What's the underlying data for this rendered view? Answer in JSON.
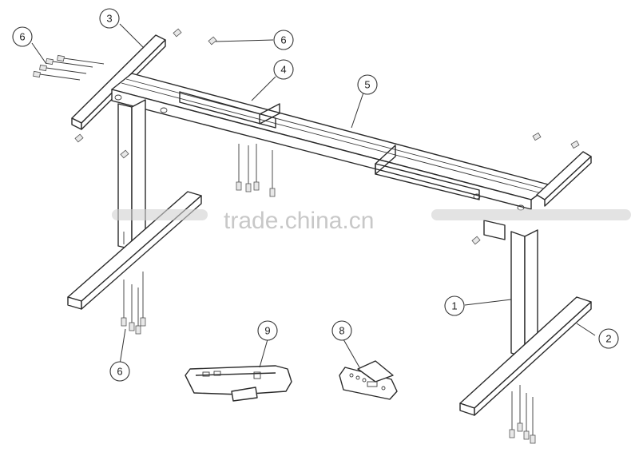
{
  "diagram": {
    "callouts": [
      {
        "id": "c1",
        "label": "1"
      },
      {
        "id": "c2",
        "label": "2"
      },
      {
        "id": "c3",
        "label": "3"
      },
      {
        "id": "c4",
        "label": "4"
      },
      {
        "id": "c5",
        "label": "5"
      },
      {
        "id": "c6a",
        "label": "6"
      },
      {
        "id": "c6b",
        "label": "6"
      },
      {
        "id": "c6c",
        "label": "6"
      },
      {
        "id": "c8",
        "label": "8"
      },
      {
        "id": "c9",
        "label": "9"
      }
    ],
    "watermark": "trade.china.cn"
  }
}
